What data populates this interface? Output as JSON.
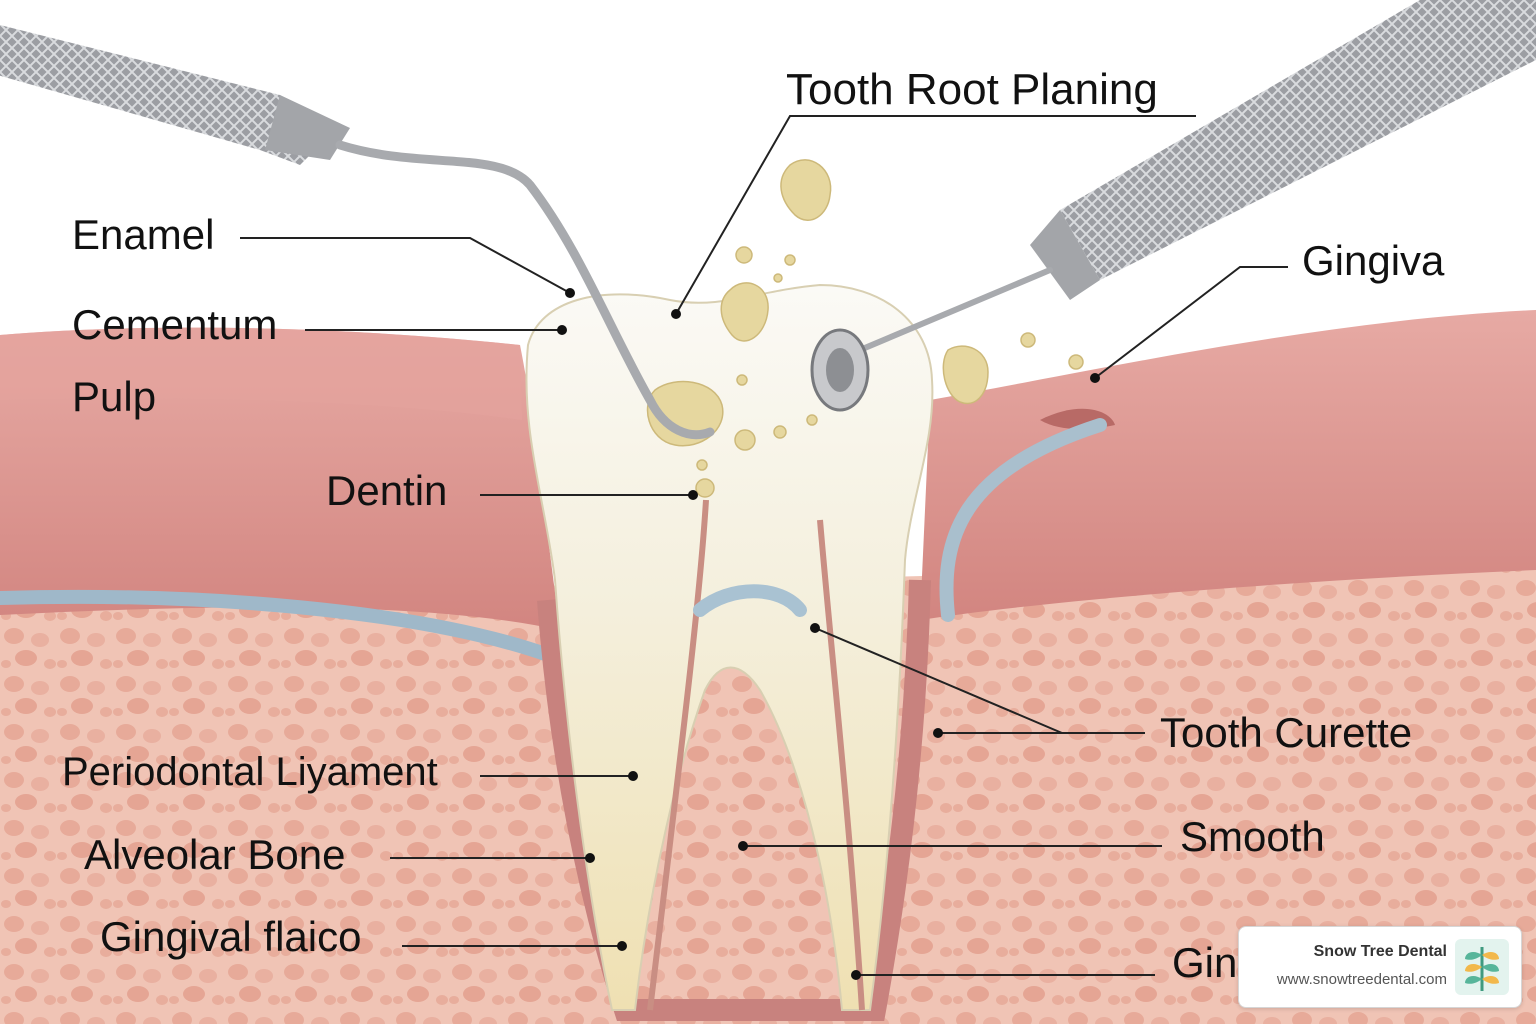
{
  "title": "Tooth Root Planing",
  "labels": {
    "enamel": "Enamel",
    "cementum": "Cementum",
    "pulp": "Pulp",
    "dentin": "Dentin",
    "gingiva": "Gingiva",
    "tooth_curette": "Tooth Curette",
    "smooth": "Smooth",
    "gin_partial": "Gin",
    "periodontal_ligament": "Periodontal Liyament",
    "alveolar_bone": "Alveolar Bone",
    "gingival_flap": "Gingival flaico"
  },
  "branding": {
    "name": "Snow Tree Dental",
    "url": "www.snowtreedental.com",
    "logo_icon": "leaf-tree-icon"
  },
  "colors": {
    "gum": "#d9918d",
    "bone": "#f0c3b3",
    "enamel": "#f6f3ea",
    "dentin": "#efe2b4",
    "calculus": "#e6d79f",
    "instrument": "#a8aaae",
    "brand_green": "#57b59a"
  }
}
